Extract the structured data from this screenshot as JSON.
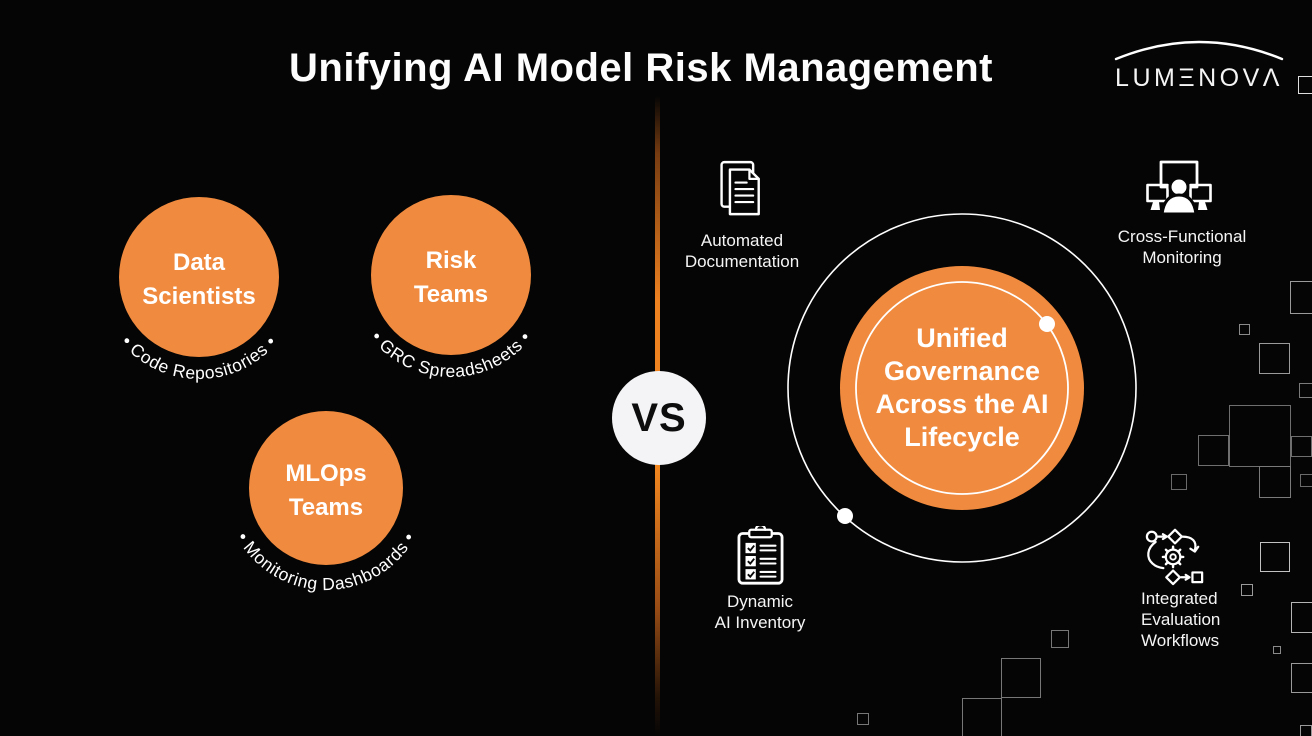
{
  "title": "Unifying AI Model Risk Management",
  "logo": {
    "brand": "LUMΞNOVΛ"
  },
  "divider": {
    "vs_label": "VS"
  },
  "colors": {
    "background": "#050505",
    "orange": "#F08A3E",
    "divider_orange": "#EE8120",
    "badge_white": "#F4F4F6",
    "text_white": "#FFFFFF"
  },
  "left_panel": {
    "teams": [
      {
        "name_lines": [
          "Data",
          "Scientists"
        ],
        "tool": "•  Code Repositories  •"
      },
      {
        "name_lines": [
          "Risk",
          "Teams"
        ],
        "tool": "•  GRC Spreadsheets  •"
      },
      {
        "name_lines": [
          "MLOps",
          "Teams"
        ],
        "tool": "•  Monitoring Dashboards  •"
      }
    ]
  },
  "right_panel": {
    "center_circle": {
      "lines": [
        "Unified",
        "Governance",
        "Across the AI",
        "Lifecycle"
      ]
    },
    "features": [
      {
        "id": "automated-documentation",
        "icon": "documents-icon",
        "label_lines": [
          "Automated",
          "Documentation"
        ]
      },
      {
        "id": "cross-functional-monitoring",
        "icon": "person-monitors-icon",
        "label_lines": [
          "Cross-Functional",
          "Monitoring"
        ]
      },
      {
        "id": "dynamic-ai-inventory",
        "icon": "clipboard-checklist-icon",
        "label_lines": [
          "Dynamic",
          "AI Inventory"
        ]
      },
      {
        "id": "integrated-evaluation-workflows",
        "icon": "workflow-gear-icon",
        "label_lines": [
          "Integrated",
          "Evaluation",
          "Workflows"
        ]
      }
    ]
  }
}
